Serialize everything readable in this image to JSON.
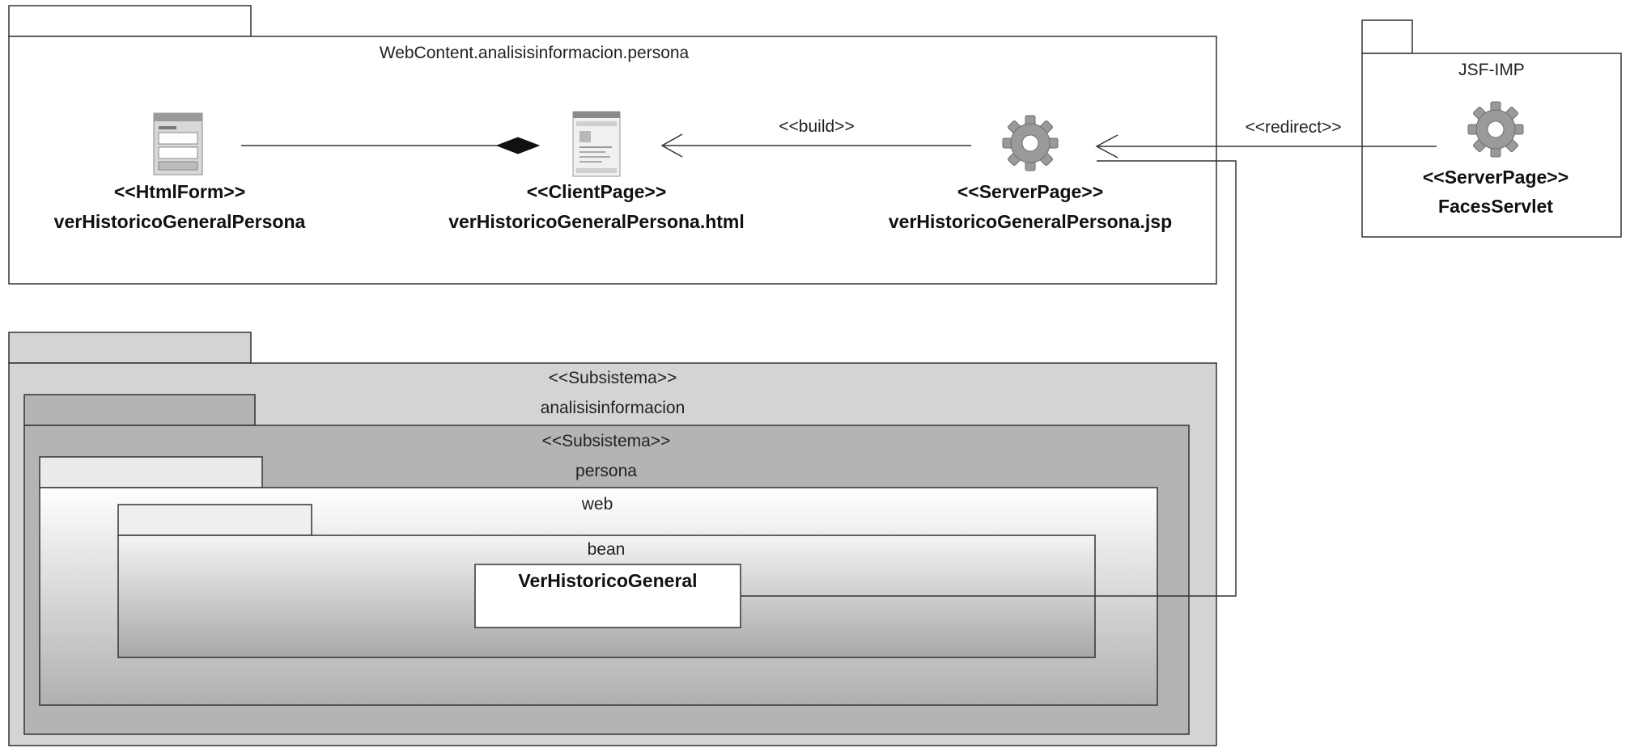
{
  "packages": {
    "webcontent": {
      "name": "WebContent.analisisinformacion.persona"
    },
    "jsf": {
      "name": "JSF-IMP"
    },
    "subsistema_outer": {
      "stereotype": "<<Subsistema>>",
      "name": "analisisinformacion"
    },
    "subsistema_inner": {
      "stereotype": "<<Subsistema>>",
      "name": "persona"
    },
    "web": {
      "name": "web"
    },
    "bean": {
      "name": "bean"
    }
  },
  "elements": {
    "htmlform": {
      "stereotype": "<<HtmlForm>>",
      "name": "verHistoricoGeneralPersona",
      "icon": "html-form-icon"
    },
    "clientpage": {
      "stereotype": "<<ClientPage>>",
      "name": "verHistoricoGeneralPersona.html",
      "icon": "client-page-icon"
    },
    "serverpage": {
      "stereotype": "<<ServerPage>>",
      "name": "verHistoricoGeneralPersona.jsp",
      "icon": "gear-icon"
    },
    "facesservlet": {
      "stereotype": "<<ServerPage>>",
      "name": "FacesServlet",
      "icon": "gear-icon"
    },
    "class": {
      "name": "VerHistoricoGeneral"
    }
  },
  "relations": {
    "build": "<<build>>",
    "redirect": "<<redirect>>"
  },
  "colors": {
    "line": "#333333",
    "outer_fill": "#d4d4d4",
    "mid_fill": "#b4b4b4",
    "gear": "#9a9a9a"
  }
}
